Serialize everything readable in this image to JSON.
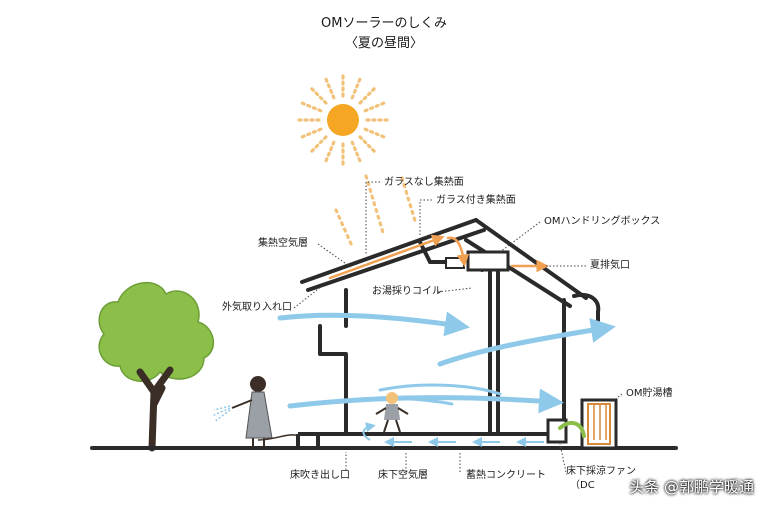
{
  "title": "OMソーラーのしくみ",
  "subtitle": "〈夏の昼間〉",
  "labels": {
    "glassless": "ガラスなし集熱面",
    "glass": "ガラス付き集熱面",
    "heat_layer": "集熱空気層",
    "handling_box": "OMハンドリングボックス",
    "exhaust": "夏排気口",
    "hot_coil": "お湯採りコイル",
    "intake": "外気取り入れ口",
    "tank": "OM貯湯槽",
    "floor_outlet": "床吹き出し口",
    "underfloor_layer": "床下空気層",
    "concrete": "蓄熱コンクリート",
    "underfloor_fan": "床下採涼ファン",
    "underfloor_fan_sub": "（DC"
  },
  "watermark": "头条 @郭鹏学暖通",
  "colors": {
    "sun": "#f5a623",
    "ray": "#f2c27a",
    "airflow": "#8fc9ea",
    "structure": "#2a2a2a",
    "roof_air": "#f0a050",
    "tree": "#8bbf4a",
    "trunk": "#3a2e26",
    "tank": "#d9893a"
  }
}
